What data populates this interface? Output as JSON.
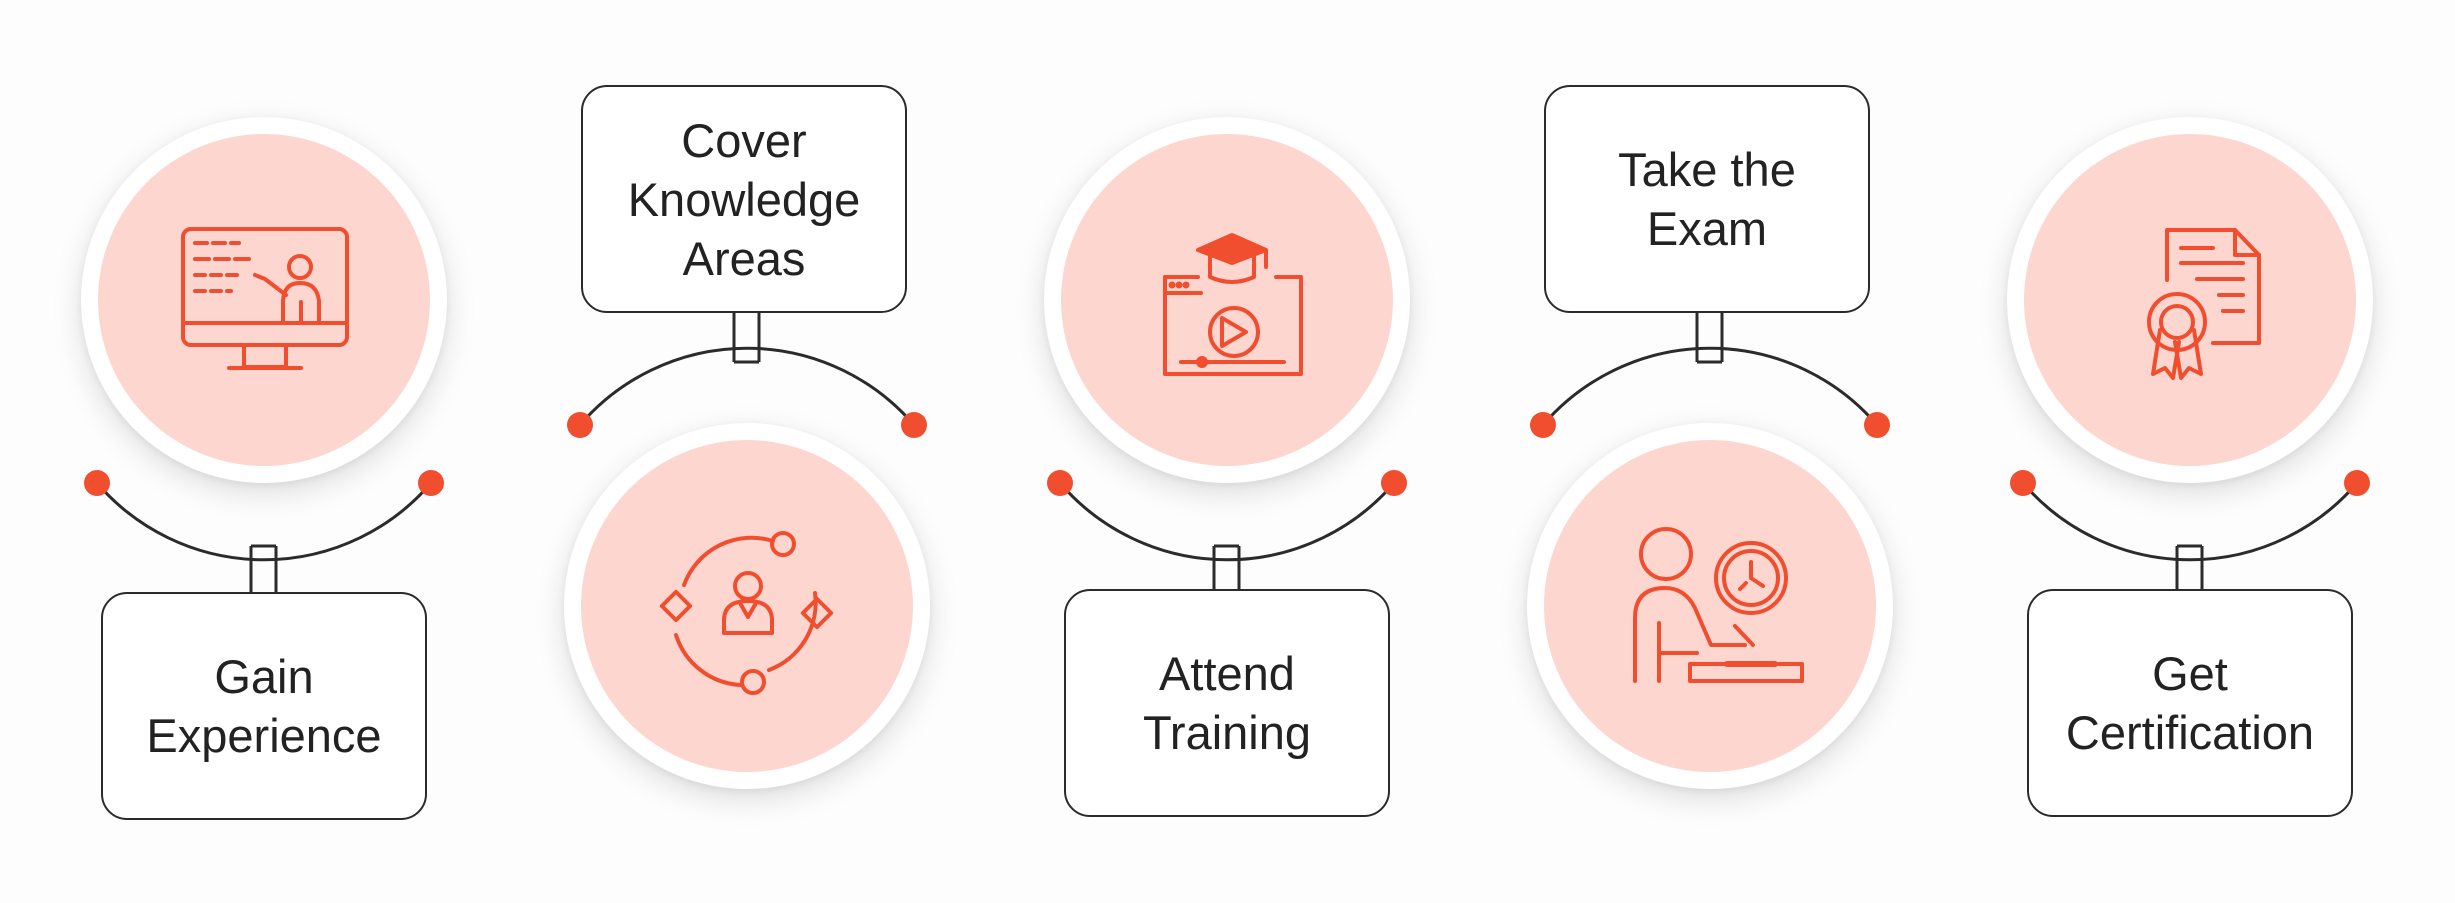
{
  "accent_color": "#f04e2e",
  "tint_color": "#fdd6cf",
  "steps": [
    {
      "label": "Gain\nExperience",
      "icon": "presentation-monitor-icon"
    },
    {
      "label": "Cover\nKnowledge\nAreas",
      "icon": "knowledge-network-icon"
    },
    {
      "label": "Attend\nTraining",
      "icon": "online-course-video-icon"
    },
    {
      "label": "Take the\nExam",
      "icon": "exam-clock-desk-icon"
    },
    {
      "label": "Get\nCertification",
      "icon": "certificate-award-icon"
    }
  ]
}
